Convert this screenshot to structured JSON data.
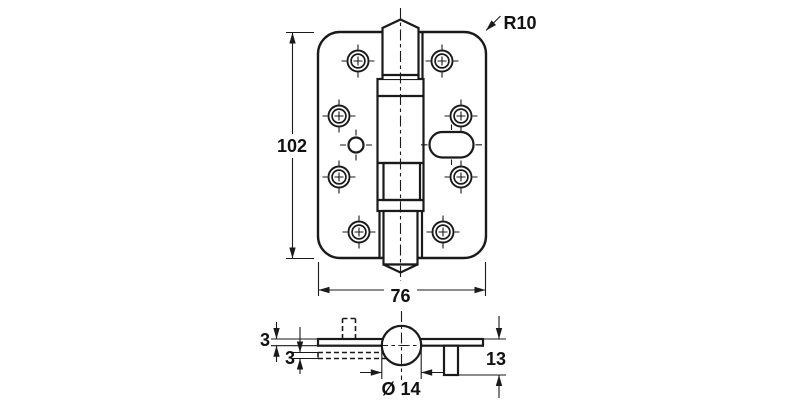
{
  "diagram": {
    "type": "technical-drawing",
    "subject": "door hinge dimensional drawing, front view and profile view",
    "colors": {
      "line": "#1a1a1a",
      "background": "#ffffff"
    },
    "labels": {
      "corner_radius": "R10",
      "height": "102",
      "width": "76",
      "leaf_thickness": "3",
      "second_leaf_thickness": "3",
      "stud_length": "13",
      "knuckle_diameter": "Ø 14"
    }
  }
}
